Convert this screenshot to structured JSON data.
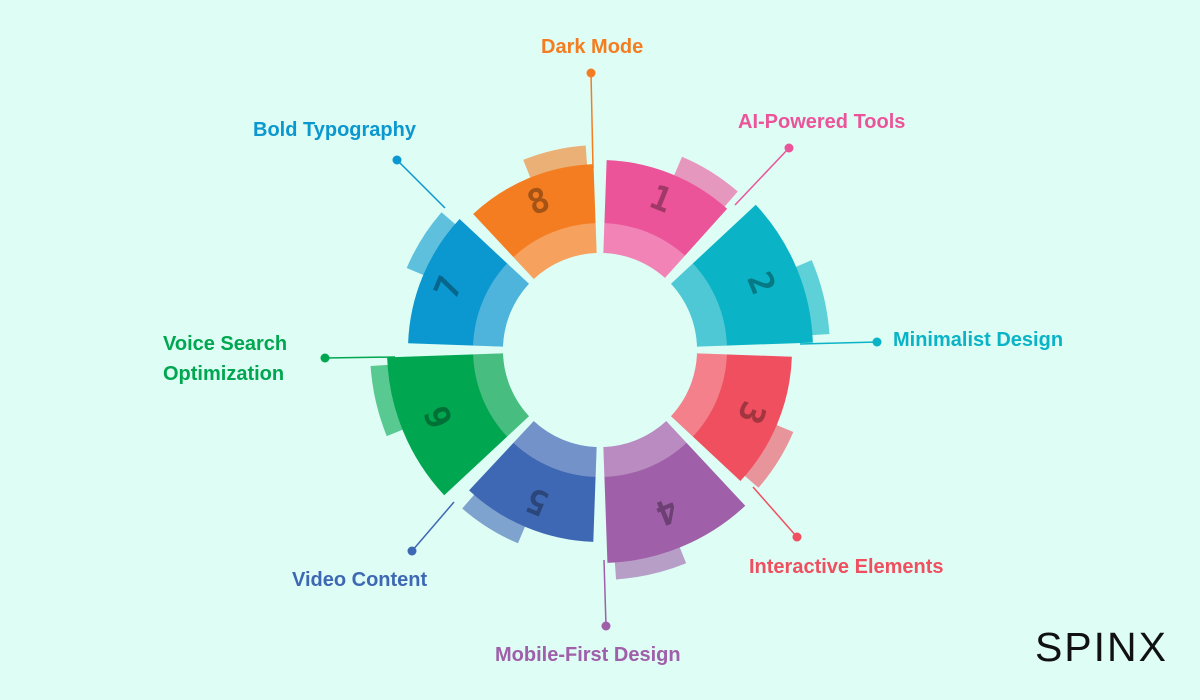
{
  "segments": [
    {
      "number": "1",
      "label": "AI-Powered Tools",
      "color": "#ec549a"
    },
    {
      "number": "2",
      "label": "Minimalist Design",
      "color": "#0ab3c5"
    },
    {
      "number": "3",
      "label": "Interactive Elements",
      "color": "#ef4f5f"
    },
    {
      "number": "4",
      "label": "Mobile-First Design",
      "color": "#9f5fa9"
    },
    {
      "number": "5",
      "label": "Video Content",
      "color": "#3e68b4"
    },
    {
      "number": "6",
      "label": "Voice Search Optimization",
      "label_lines": [
        "Voice Search",
        "Optimization"
      ],
      "color": "#01a650"
    },
    {
      "number": "7",
      "label": "Bold Typography",
      "color": "#0b97cf"
    },
    {
      "number": "8",
      "label": "Dark Mode",
      "color": "#f47d21"
    }
  ],
  "brand": {
    "logo_text": "SPINX"
  },
  "background_color": "#ddfdf5"
}
